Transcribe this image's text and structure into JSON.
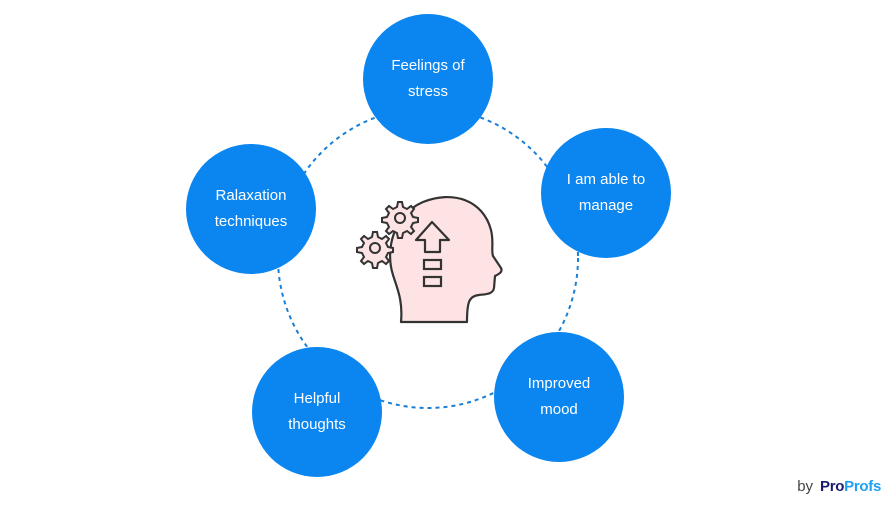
{
  "diagram": {
    "type": "cycle",
    "center_icon": "head-with-gears-and-up-arrow-icon",
    "nodes": [
      {
        "label": "Feelings of stress"
      },
      {
        "label": "I am able to manage"
      },
      {
        "label": "Improved mood"
      },
      {
        "label": "Helpful thoughts"
      },
      {
        "label": "Ralaxation techniques"
      }
    ],
    "colors": {
      "node": "#0b85f0",
      "ring": "#1a7fd6",
      "head_fill": "#fde3e3",
      "stroke": "#333333"
    }
  },
  "branding": {
    "by": "by",
    "name_part1": "Pro",
    "name_part2": "Profs"
  }
}
